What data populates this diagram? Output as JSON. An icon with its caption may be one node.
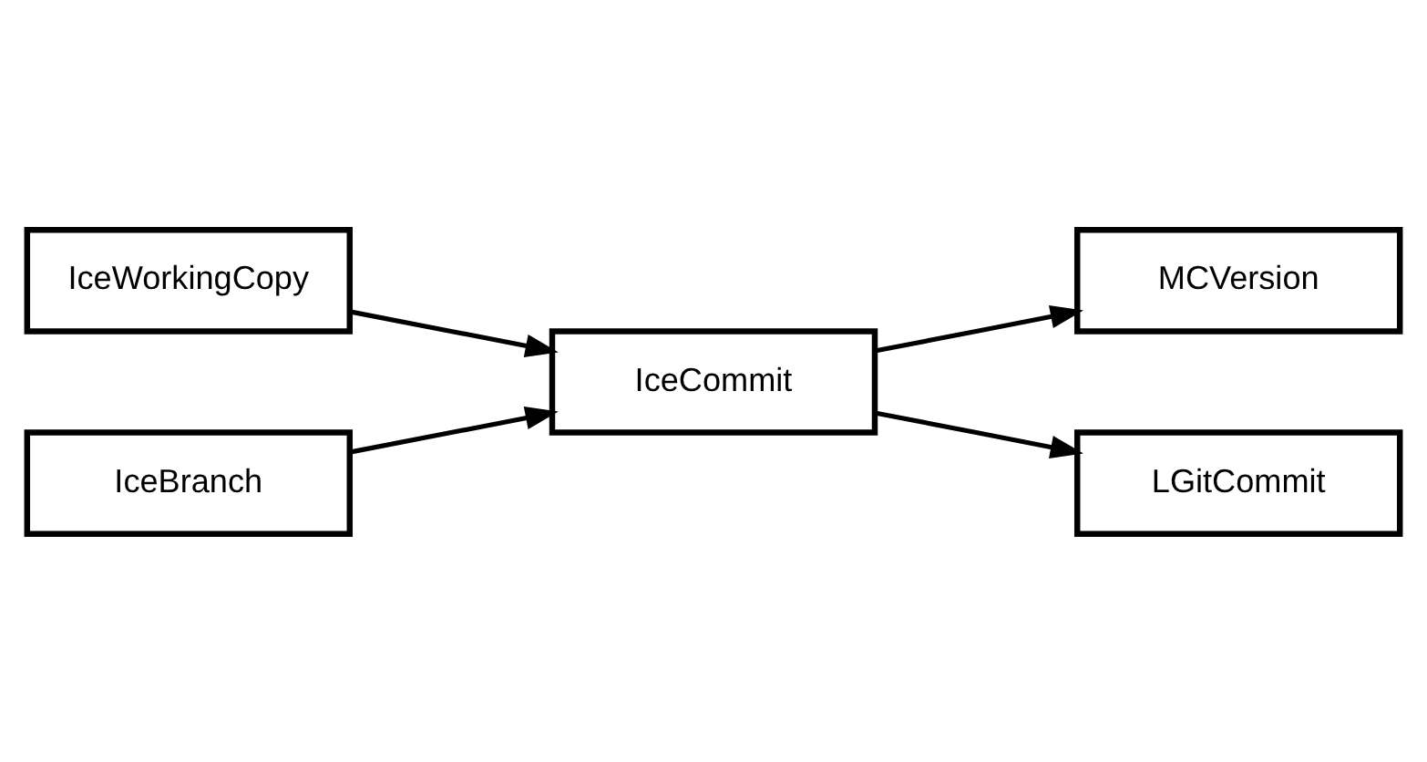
{
  "diagram": {
    "nodes": [
      {
        "text": [
          "IceWorkingCopy"
        ]
      },
      {
        "text": [
          "IceCommit"
        ]
      },
      {
        "text": [
          "MCVersion"
        ]
      },
      {
        "text": [
          "LGitCommit"
        ]
      },
      {
        "text": [
          "IceBranch"
        ]
      }
    ],
    "edges": [
      {
        "from": 0,
        "to": 1,
        "arrow": "to"
      },
      {
        "from": 1,
        "to": 2,
        "arrow": "to"
      },
      {
        "from": 1,
        "to": 3,
        "arrow": "to"
      },
      {
        "from": 4,
        "to": 1,
        "arrow": "to"
      }
    ]
  }
}
